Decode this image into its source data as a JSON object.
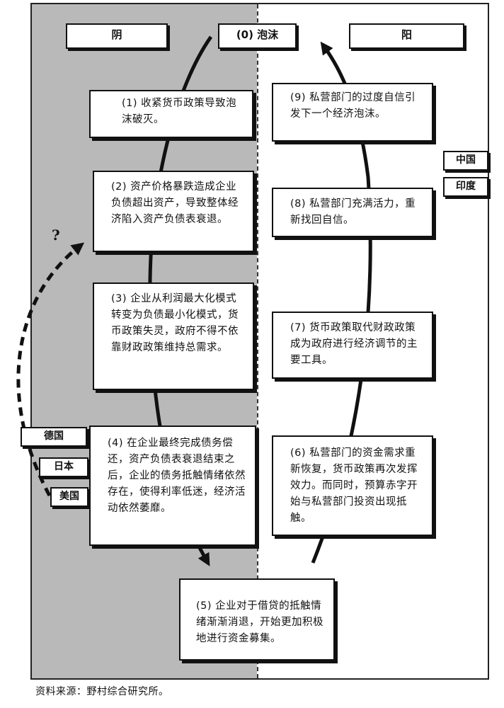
{
  "headers": {
    "yin": "阴",
    "bubble": "(0) 泡沫",
    "yang": "阳"
  },
  "steps": [
    {
      "id": "step-1",
      "text": "(1) 收紧货币政策导致泡沫破灭。"
    },
    {
      "id": "step-2",
      "text": "(2) 资产价格暴跌造成企业负债超出资产，导致整体经济陷入资产负债表衰退。"
    },
    {
      "id": "step-3",
      "text": "(3) 企业从利润最大化模式转变为负债最小化模式，货币政策失灵，政府不得不依靠财政政策维持总需求。"
    },
    {
      "id": "step-4",
      "text": "(4) 在企业最终完成债务偿还，资产负债表衰退结束之后，企业的债务抵触情绪依然存在，使得利率低迷，经济活动依然萎靡。"
    },
    {
      "id": "step-5",
      "text": "(5) 企业对于借贷的抵触情绪渐渐消退，开始更加积极地进行资金募集。"
    },
    {
      "id": "step-6",
      "text": "(6) 私营部门的资金需求重新恢复，货币政策再次发挥效力。而同时，预算赤字开始与私营部门投资出现抵触。"
    },
    {
      "id": "step-7",
      "text": "(7) 货币政策取代财政政策成为政府进行经济调节的主要工具。"
    },
    {
      "id": "step-8",
      "text": "(8) 私营部门充满活力，重新找回自信。"
    },
    {
      "id": "step-9",
      "text": "(9) 私营部门的过度自信引发下一个经济泡沫。"
    }
  ],
  "country_tags": {
    "germany": "德国",
    "japan": "日本",
    "usa": "美国",
    "china": "中国",
    "india": "印度"
  },
  "question_mark": "?",
  "source": "资料来源：野村综合研究所。",
  "colors": {
    "yin_background": "#b9b9b9",
    "border": "#111111",
    "box_fill": "#ffffff"
  }
}
